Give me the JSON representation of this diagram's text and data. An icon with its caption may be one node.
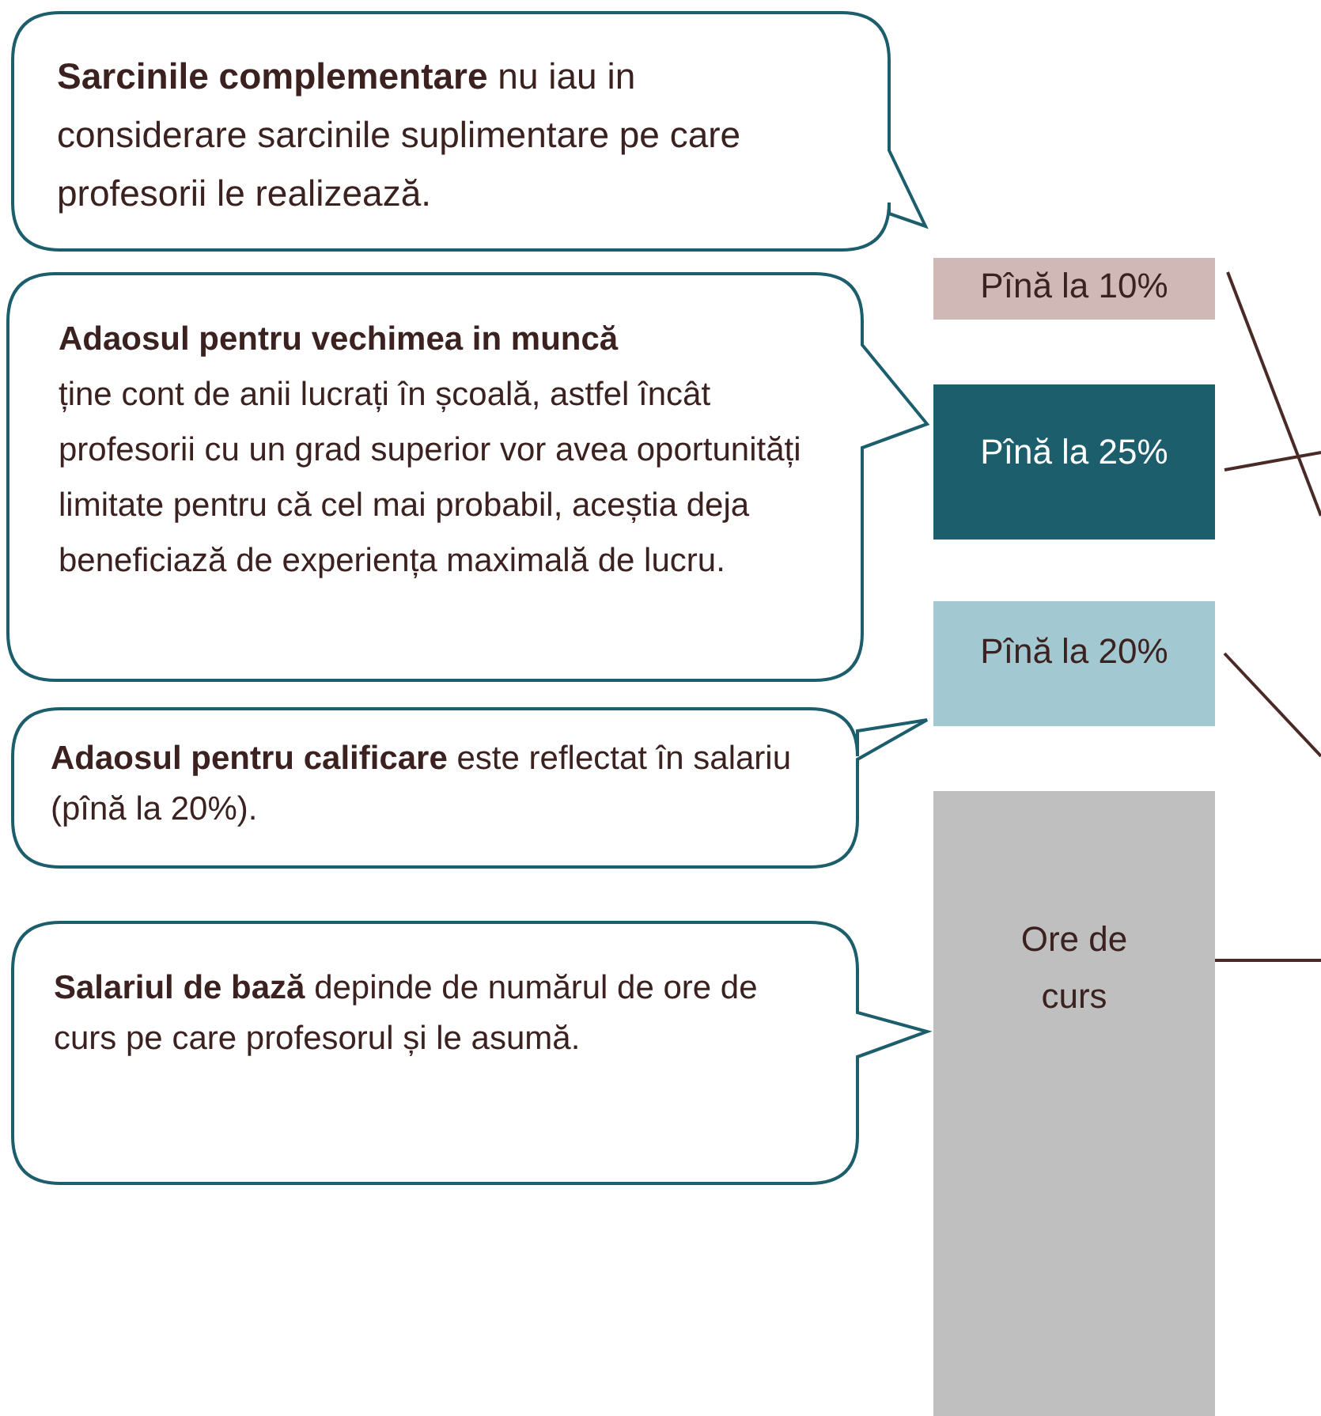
{
  "diagram": {
    "nodes": [
      {
        "text": [
          "**Sarcinile complementare** nu iau in considerare sarcinile suplimentare pe care profesorii le realizează."
        ]
      },
      {
        "text": [
          "Adaosul pentru vechimea in muncă",
          "ține cont de anii lucrați în școală, astfel încât profesorii cu un grad superior vor avea oportunități limitate pentru că cel mai probabil, aceștia deja beneficiază de experiența maximală de lucru."
        ]
      },
      {
        "text": [
          "**Adaosul pentru calificare** este reflectat în salariu (pînă la 20%)."
        ]
      },
      {
        "text": [
          "**Salariul de bază** depinde de numărul de ore de curs pe care profesorul și le asumă."
        ]
      },
      {
        "text": [
          "Pînă la 10%"
        ]
      },
      {
        "text": [
          "Pînă la 25%"
        ]
      },
      {
        "text": [
          "Pînă la 20%"
        ]
      },
      {
        "text": [
          "Ore de curs"
        ]
      }
    ],
    "edges": [
      {
        "from": 4,
        "to": null,
        "arrow": "none"
      },
      {
        "from": 5,
        "to": null,
        "arrow": "none"
      },
      {
        "from": 6,
        "to": null,
        "arrow": "none"
      },
      {
        "from": 7,
        "to": null,
        "arrow": "none"
      }
    ]
  }
}
